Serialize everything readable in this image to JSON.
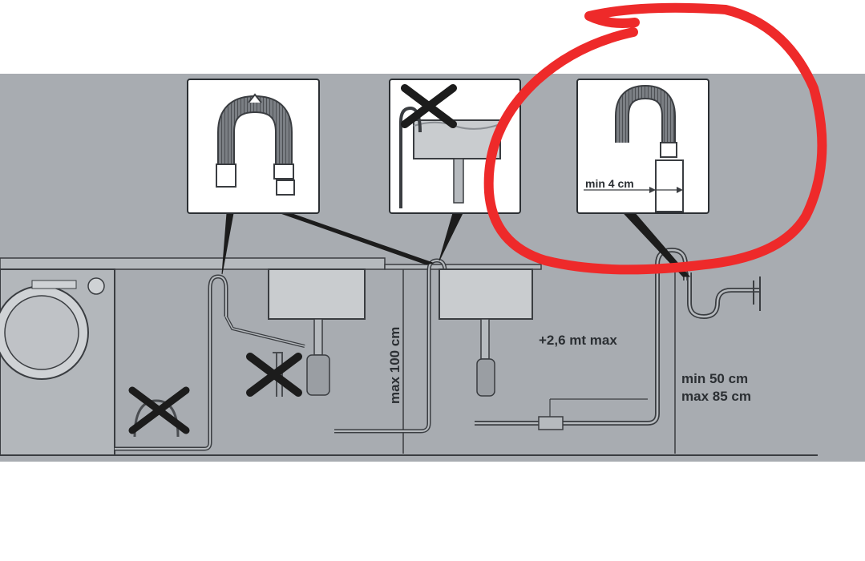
{
  "labels": {
    "min_4_cm": "min 4 cm",
    "max_100_cm": "max 100 cm",
    "extension_length": "+2,6 mt max",
    "min_50_cm": "min 50 cm",
    "max_85_cm": "max 85 cm"
  },
  "colors": {
    "background": "#a8acb1",
    "panel": "#ffffff",
    "line": "#3a3d41",
    "sink": "#c9cccf",
    "annotation_circle": "#ee2a2a",
    "cross": "#1c1c1c"
  },
  "annotation": {
    "shape": "freehand circle",
    "target": "right inset panel (min 4 cm)"
  }
}
